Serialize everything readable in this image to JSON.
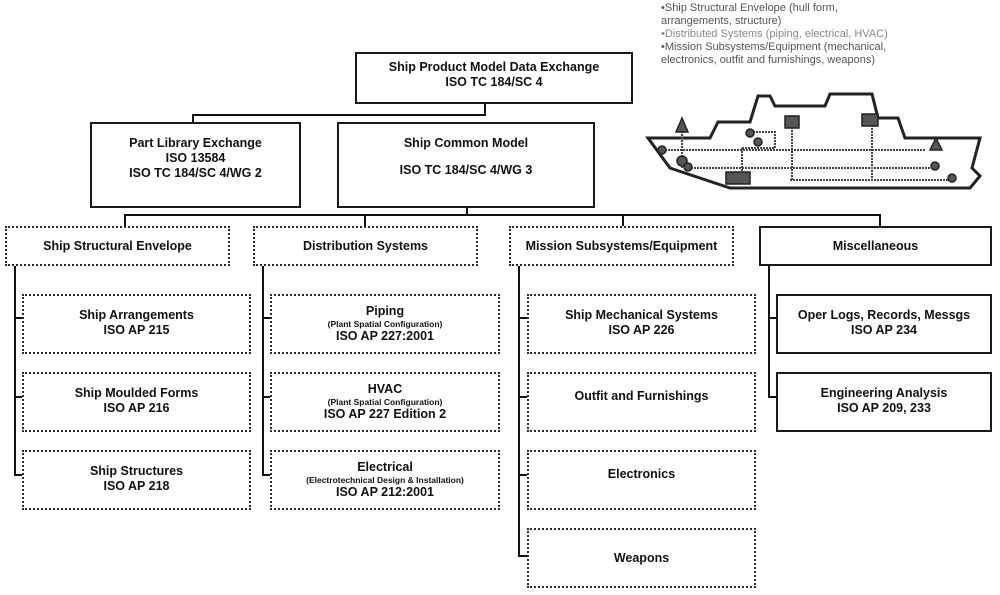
{
  "legend": [
    {
      "text": "•Ship Structural Envelope (hull form,",
      "cls": "l1"
    },
    {
      "text": "arrangements, structure)",
      "cls": "l1"
    },
    {
      "text": "•Distributed Systems (piping, electrical, HVAC)",
      "cls": "l2"
    },
    {
      "text": "•Mission Subsystems/Equipment (mechanical,",
      "cls": "l1"
    },
    {
      "text": "electronics, outfit and furnishings, weapons)",
      "cls": "l1"
    }
  ],
  "root": {
    "title": "Ship Product Model Data Exchange",
    "code": "ISO TC 184/SC 4"
  },
  "level2": [
    {
      "title": "Part Library Exchange",
      "code1": "ISO 13584",
      "code2": "ISO TC 184/SC 4/WG 2"
    },
    {
      "title": "Ship Common Model",
      "code2": "ISO TC 184/SC 4/WG 3"
    }
  ],
  "categories": [
    {
      "title": "Ship Structural Envelope",
      "items": [
        {
          "title": "Ship Arrangements",
          "code": "ISO AP 215"
        },
        {
          "title": "Ship Moulded Forms",
          "code": "ISO AP 216"
        },
        {
          "title": "Ship Structures",
          "code": "ISO AP 218"
        }
      ]
    },
    {
      "title": "Distribution Systems",
      "items": [
        {
          "title": "Piping",
          "sub": "(Plant Spatial Configuration)",
          "code": "ISO AP 227:2001"
        },
        {
          "title": "HVAC",
          "sub": "(Plant Spatial Configuration)",
          "code": "ISO AP 227 Edition 2"
        },
        {
          "title": "Electrical",
          "sub": "(Electrotechnical Design & Installation)",
          "code": "ISO AP 212:2001"
        }
      ]
    },
    {
      "title": "Mission Subsystems/Equipment",
      "items": [
        {
          "title": "Ship Mechanical Systems",
          "code": "ISO AP 226"
        },
        {
          "title": "Outfit and Furnishings"
        },
        {
          "title": "Electronics"
        },
        {
          "title": "Weapons"
        }
      ]
    },
    {
      "title": "Miscellaneous",
      "items": [
        {
          "title": "Oper Logs, Records, Messgs",
          "code": "ISO AP 234"
        },
        {
          "title": "Engineering Analysis",
          "code": "ISO AP 209, 233"
        }
      ]
    }
  ]
}
